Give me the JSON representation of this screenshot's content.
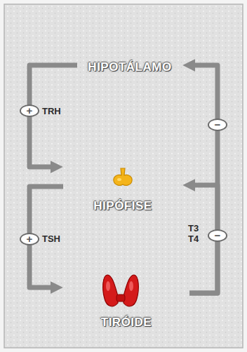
{
  "diagram": {
    "nodes": [
      {
        "text": [
          "HIPOTÁLAMO"
        ]
      },
      {
        "text": [
          "HIPÓFISE"
        ]
      },
      {
        "text": [
          "TIRÓIDE"
        ]
      }
    ],
    "edges": [
      {
        "from": 0,
        "to": 1,
        "arrow": "to",
        "label": "TRH"
      },
      {
        "from": 1,
        "to": 2,
        "arrow": "to",
        "label": "TSH"
      },
      {
        "from": 2,
        "to": 1,
        "arrow": "to",
        "label": "T3 T4"
      },
      {
        "from": 2,
        "to": 0,
        "arrow": "to"
      }
    ],
    "labels": [
      "+",
      "+",
      "−",
      "−"
    ]
  }
}
